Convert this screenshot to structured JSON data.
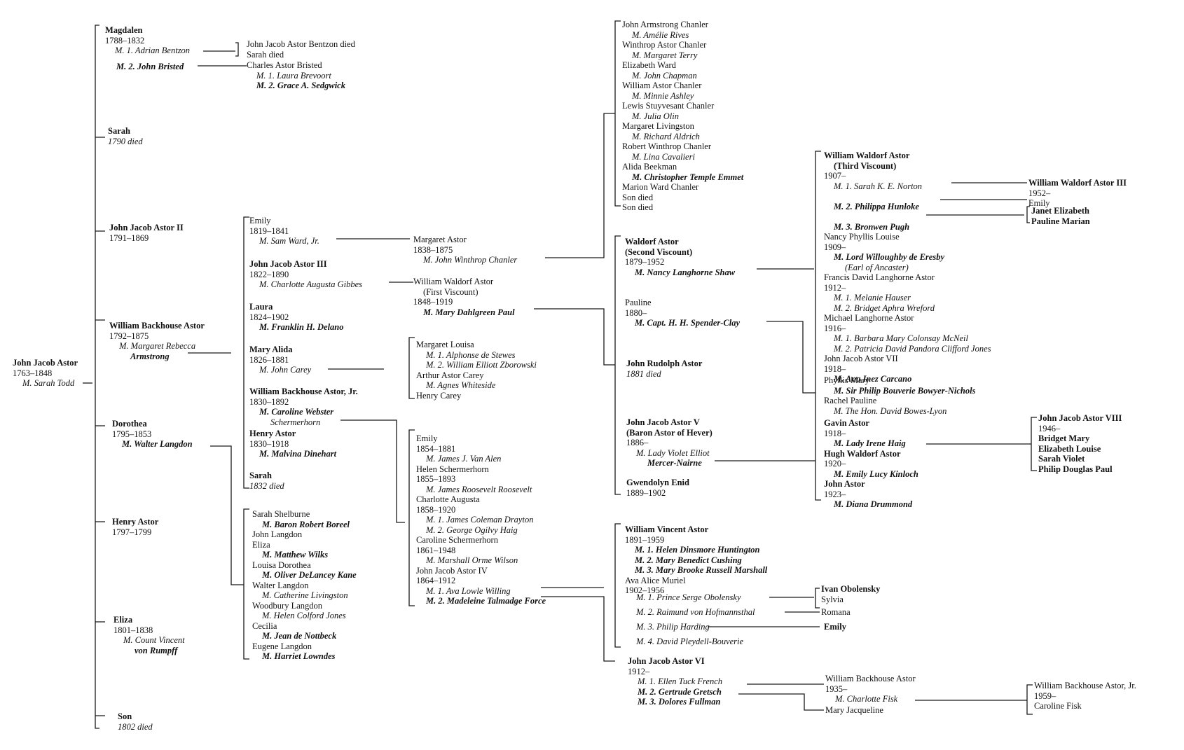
{
  "nodes": [
    {
      "id": "root",
      "lines": [
        {
          "t": "John Jacob Astor",
          "s": "b"
        },
        {
          "t": "1763–1848",
          "s": ""
        },
        {
          "t": "M. Sarah Todd",
          "s": "i ind1"
        }
      ]
    },
    {
      "id": "magdalen",
      "lines": [
        {
          "t": "Magdalen",
          "s": "b"
        },
        {
          "t": "1788–1832",
          "s": ""
        },
        {
          "t": "M. 1. Adrian Bentzon",
          "s": "i ind1"
        }
      ]
    },
    {
      "id": "magdalen_m2",
      "lines": [
        {
          "t": "M. 2. John Bristed",
          "s": "i b"
        }
      ]
    },
    {
      "id": "bentzon_kids",
      "lines": [
        {
          "t": "John Jacob Astor Bentzon died",
          "s": ""
        },
        {
          "t": "Sarah died",
          "s": ""
        }
      ]
    },
    {
      "id": "bristed_kids",
      "lines": [
        {
          "t": "Charles Astor Bristed",
          "s": ""
        },
        {
          "t": "M. 1. Laura Brevoort",
          "s": "i ind1"
        },
        {
          "t": "M. 2. Grace A. Sedgwick",
          "s": "i b ind1"
        }
      ]
    },
    {
      "id": "sarah1",
      "lines": [
        {
          "t": "Sarah",
          "s": "b"
        },
        {
          "t": "1790 died",
          "s": "i"
        }
      ]
    },
    {
      "id": "jja2",
      "lines": [
        {
          "t": "John Jacob Astor II",
          "s": "b"
        },
        {
          "t": "1791–1869",
          "s": ""
        }
      ]
    },
    {
      "id": "wba",
      "lines": [
        {
          "t": "William Backhouse Astor",
          "s": "b"
        },
        {
          "t": "1792–1875",
          "s": ""
        },
        {
          "t": "M. Margaret Rebecca",
          "s": "i ind1"
        },
        {
          "t": "Armstrong",
          "s": "i b ind2"
        }
      ]
    },
    {
      "id": "dorothea",
      "lines": [
        {
          "t": "Dorothea",
          "s": "b"
        },
        {
          "t": "1795–1853",
          "s": ""
        },
        {
          "t": "M. Walter Langdon",
          "s": "i b ind1"
        }
      ]
    },
    {
      "id": "henry1",
      "lines": [
        {
          "t": "Henry Astor",
          "s": "b"
        },
        {
          "t": "1797–1799",
          "s": ""
        }
      ]
    },
    {
      "id": "eliza1",
      "lines": [
        {
          "t": "Eliza",
          "s": "b"
        },
        {
          "t": "1801–1838",
          "s": ""
        },
        {
          "t": "M. Count Vincent",
          "s": "i ind1"
        },
        {
          "t": "von Rumpff",
          "s": "i b ind2"
        }
      ]
    },
    {
      "id": "son1",
      "lines": [
        {
          "t": "Son",
          "s": "b"
        },
        {
          "t": "1802 died",
          "s": "i"
        }
      ]
    },
    {
      "id": "emily1",
      "lines": [
        {
          "t": "Emily",
          "s": ""
        },
        {
          "t": "1819–1841",
          "s": ""
        },
        {
          "t": "M. Sam Ward, Jr.",
          "s": "i ind1"
        }
      ]
    },
    {
      "id": "jja3",
      "lines": [
        {
          "t": "John Jacob Astor III",
          "s": "b"
        },
        {
          "t": "1822–1890",
          "s": ""
        },
        {
          "t": "M. Charlotte Augusta Gibbes",
          "s": "i ind1"
        }
      ]
    },
    {
      "id": "laura",
      "lines": [
        {
          "t": "Laura",
          "s": "b"
        },
        {
          "t": "1824–1902",
          "s": ""
        },
        {
          "t": "M. Franklin H. Delano",
          "s": "i b ind1"
        }
      ]
    },
    {
      "id": "maryalida",
      "lines": [
        {
          "t": "Mary Alida",
          "s": "b"
        },
        {
          "t": "1826–1881",
          "s": ""
        },
        {
          "t": "M. John Carey",
          "s": "i ind1"
        }
      ]
    },
    {
      "id": "wbajr",
      "lines": [
        {
          "t": "William Backhouse Astor, Jr.",
          "s": "b"
        },
        {
          "t": "1830–1892",
          "s": ""
        },
        {
          "t": "M. Caroline Webster",
          "s": "i b ind1"
        },
        {
          "t": "Schermerhorn",
          "s": "i ind2"
        }
      ]
    },
    {
      "id": "henry2",
      "lines": [
        {
          "t": "Henry Astor",
          "s": "b"
        },
        {
          "t": "1830–1918",
          "s": ""
        },
        {
          "t": "M. Malvina Dinehart",
          "s": "i b ind1"
        }
      ]
    },
    {
      "id": "sarah2",
      "lines": [
        {
          "t": "Sarah",
          "s": "b"
        },
        {
          "t": "1832 died",
          "s": "i"
        }
      ]
    },
    {
      "id": "langdon_kids",
      "lines": [
        {
          "t": "Sarah Shelburne",
          "s": ""
        },
        {
          "t": "M. Baron Robert Boreel",
          "s": "i b ind1"
        },
        {
          "t": "John Langdon",
          "s": ""
        },
        {
          "t": "Eliza",
          "s": ""
        },
        {
          "t": "M. Matthew Wilks",
          "s": "i b ind1"
        },
        {
          "t": "Louisa Dorothea",
          "s": ""
        },
        {
          "t": "M. Oliver DeLancey Kane",
          "s": "i b ind1"
        },
        {
          "t": "Walter Langdon",
          "s": ""
        },
        {
          "t": "M. Catherine Livingston",
          "s": "i ind1"
        },
        {
          "t": "Woodbury Langdon",
          "s": ""
        },
        {
          "t": "M. Helen Colford Jones",
          "s": "i ind1"
        },
        {
          "t": "Cecilia",
          "s": ""
        },
        {
          "t": "M. Jean de Nottbeck",
          "s": "i b ind1"
        },
        {
          "t": "Eugene Langdon",
          "s": ""
        },
        {
          "t": "M. Harriet Lowndes",
          "s": "i b ind1"
        }
      ]
    },
    {
      "id": "margaret_astor",
      "lines": [
        {
          "t": "Margaret Astor",
          "s": ""
        },
        {
          "t": "1838–1875",
          "s": ""
        },
        {
          "t": "M. John Winthrop Chanler",
          "s": "i ind1"
        }
      ]
    },
    {
      "id": "www1",
      "lines": [
        {
          "t": "William Waldorf Astor",
          "s": ""
        },
        {
          "t": "(First Viscount)",
          "s": "ind1"
        },
        {
          "t": "1848–1919",
          "s": ""
        },
        {
          "t": "M. Mary Dahlgreen Paul",
          "s": "i b ind1"
        }
      ]
    },
    {
      "id": "carey_kids",
      "lines": [
        {
          "t": "Margaret Louisa",
          "s": ""
        },
        {
          "t": "M. 1. Alphonse de Stewes",
          "s": "i ind1"
        },
        {
          "t": "M. 2. William Elliott Zborowski",
          "s": "i ind1"
        },
        {
          "t": "Arthur Astor Carey",
          "s": ""
        },
        {
          "t": "M. Agnes Whiteside",
          "s": "i ind1"
        },
        {
          "t": "Henry Carey",
          "s": ""
        }
      ]
    },
    {
      "id": "wbajr_kids",
      "lines": [
        {
          "t": "Emily",
          "s": ""
        },
        {
          "t": "1854–1881",
          "s": ""
        },
        {
          "t": "M. James J. Van Alen",
          "s": "i ind1"
        },
        {
          "t": "Helen Schermerhorn",
          "s": ""
        },
        {
          "t": "1855–1893",
          "s": ""
        },
        {
          "t": "M. James Roosevelt Roosevelt",
          "s": "i ind1"
        },
        {
          "t": "Charlotte Augusta",
          "s": ""
        },
        {
          "t": "1858–1920",
          "s": ""
        },
        {
          "t": "M. 1. James Coleman Drayton",
          "s": "i ind1"
        },
        {
          "t": "M. 2. George Ogilvy Haig",
          "s": "i ind1"
        },
        {
          "t": "Caroline Schermerhorn",
          "s": ""
        },
        {
          "t": "1861–1948",
          "s": ""
        },
        {
          "t": "M. Marshall Orme Wilson",
          "s": "i ind1"
        },
        {
          "t": "John Jacob Astor IV",
          "s": ""
        },
        {
          "t": "1864–1912",
          "s": ""
        },
        {
          "t": "M. 1. Ava Lowle Willing",
          "s": "i ind1"
        },
        {
          "t": "M. 2. Madeleine Talmadge Force",
          "s": "i b ind1"
        }
      ]
    },
    {
      "id": "chanler_kids",
      "lines": [
        {
          "t": "John Armstrong Chanler",
          "s": ""
        },
        {
          "t": "M. Amélie Rives",
          "s": "i ind1"
        },
        {
          "t": "Winthrop Astor Chanler",
          "s": ""
        },
        {
          "t": "M. Margaret Terry",
          "s": "i ind1"
        },
        {
          "t": "Elizabeth Ward",
          "s": ""
        },
        {
          "t": "M. John Chapman",
          "s": "i ind1"
        },
        {
          "t": "William Astor Chanler",
          "s": ""
        },
        {
          "t": "M. Minnie Ashley",
          "s": "i ind1"
        },
        {
          "t": "Lewis Stuyvesant Chanler",
          "s": ""
        },
        {
          "t": "M. Julia Olin",
          "s": "i ind1"
        },
        {
          "t": "Margaret Livingston",
          "s": ""
        },
        {
          "t": "M. Richard Aldrich",
          "s": "i ind1"
        },
        {
          "t": "Robert Winthrop Chanler",
          "s": ""
        },
        {
          "t": "M. Lina Cavalieri",
          "s": "i ind1"
        },
        {
          "t": "Alida Beekman",
          "s": ""
        },
        {
          "t": "M. Christopher Temple Emmet",
          "s": "i b ind1"
        },
        {
          "t": "Marion Ward Chanler",
          "s": ""
        },
        {
          "t": "Son died",
          "s": ""
        },
        {
          "t": "Son died",
          "s": ""
        }
      ]
    },
    {
      "id": "waldorf",
      "lines": [
        {
          "t": "Waldorf Astor",
          "s": "b"
        },
        {
          "t": "(Second Viscount)",
          "s": "b"
        },
        {
          "t": "1879–1952",
          "s": ""
        },
        {
          "t": "M. Nancy Langhorne Shaw",
          "s": "i b ind1"
        }
      ]
    },
    {
      "id": "pauline",
      "lines": [
        {
          "t": "Pauline",
          "s": ""
        },
        {
          "t": "1880–",
          "s": ""
        },
        {
          "t": "M. Capt. H. H. Spender-Clay",
          "s": "i b ind1"
        }
      ]
    },
    {
      "id": "jra",
      "lines": [
        {
          "t": "John Rudolph Astor",
          "s": "b"
        },
        {
          "t": "1881 died",
          "s": "i"
        }
      ]
    },
    {
      "id": "jja5",
      "lines": [
        {
          "t": "John Jacob Astor V",
          "s": "b"
        },
        {
          "t": "(Baron Astor of Hever)",
          "s": "b"
        },
        {
          "t": "1886–",
          "s": ""
        },
        {
          "t": "M. Lady Violet Elliot",
          "s": "i ind1"
        },
        {
          "t": "Mercer-Nairne",
          "s": "i b ind2"
        }
      ]
    },
    {
      "id": "gwendolyn",
      "lines": [
        {
          "t": "Gwendolyn Enid",
          "s": "b"
        },
        {
          "t": "1889–1902",
          "s": ""
        }
      ]
    },
    {
      "id": "wva",
      "lines": [
        {
          "t": "William Vincent Astor",
          "s": "b"
        },
        {
          "t": "1891–1959",
          "s": ""
        },
        {
          "t": "M. 1. Helen Dinsmore Huntington",
          "s": "i b ind1"
        },
        {
          "t": "M. 2. Mary Benedict Cushing",
          "s": "i b ind1"
        },
        {
          "t": "M. 3. Mary Brooke Russell Marshall",
          "s": "i b ind1"
        },
        {
          "t": "Ava Alice Muriel",
          "s": ""
        },
        {
          "t": "1902–1956",
          "s": ""
        }
      ]
    },
    {
      "id": "ava_m1",
      "lines": [
        {
          "t": "M. 1. Prince Serge Obolensky",
          "s": "i ind1"
        }
      ]
    },
    {
      "id": "ava_m2",
      "lines": [
        {
          "t": "M. 2. Raimund von Hofmannsthal",
          "s": "i ind1"
        }
      ]
    },
    {
      "id": "ava_m3",
      "lines": [
        {
          "t": "M. 3. Philip Harding",
          "s": "i ind1"
        }
      ]
    },
    {
      "id": "ava_m4",
      "lines": [
        {
          "t": "M. 4. David Pleydell-Bouverie",
          "s": "i ind1"
        }
      ]
    },
    {
      "id": "obolensky_kids",
      "lines": [
        {
          "t": "Ivan Obolensky",
          "s": "b"
        },
        {
          "t": "Sylvia",
          "s": ""
        }
      ]
    },
    {
      "id": "romana",
      "lines": [
        {
          "t": "Romana",
          "s": ""
        }
      ]
    },
    {
      "id": "emily3",
      "lines": [
        {
          "t": "Emily",
          "s": "b"
        }
      ]
    },
    {
      "id": "jja6",
      "lines": [
        {
          "t": "John Jacob Astor VI",
          "s": "b"
        },
        {
          "t": "1912–",
          "s": ""
        },
        {
          "t": "M. 1. Ellen Tuck French",
          "s": "i ind1"
        },
        {
          "t": "M. 2. Gertrude Gretsch",
          "s": "i b ind1"
        },
        {
          "t": "M. 3. Dolores Fullman",
          "s": "i b ind1"
        }
      ]
    },
    {
      "id": "wba3",
      "lines": [
        {
          "t": "William Backhouse Astor",
          "s": ""
        },
        {
          "t": "1935–",
          "s": ""
        },
        {
          "t": "M. Charlotte Fisk",
          "s": "i ind1"
        }
      ]
    },
    {
      "id": "mary_jacqueline",
      "lines": [
        {
          "t": "Mary Jacqueline",
          "s": ""
        }
      ]
    },
    {
      "id": "wba3_kids",
      "lines": [
        {
          "t": "William Backhouse Astor, Jr.",
          "s": ""
        },
        {
          "t": "1959–",
          "s": ""
        },
        {
          "t": "Caroline Fisk",
          "s": ""
        }
      ]
    },
    {
      "id": "waldorf_kids",
      "lines": [
        {
          "t": "William Waldorf Astor",
          "s": "b"
        },
        {
          "t": "(Third Viscount)",
          "s": "b ind1"
        },
        {
          "t": "1907–",
          "s": ""
        },
        {
          "t": "M. 1. Sarah K. E. Norton",
          "s": "i ind1"
        },
        {
          "t": "",
          "s": ""
        },
        {
          "t": "M. 2. Philippa Hunloke",
          "s": "i b ind1"
        },
        {
          "t": "",
          "s": ""
        },
        {
          "t": "M. 3. Bronwen Pugh",
          "s": "i b ind1"
        },
        {
          "t": "Nancy Phyllis Louise",
          "s": ""
        },
        {
          "t": "1909–",
          "s": ""
        },
        {
          "t": "M. Lord Willoughby de Eresby",
          "s": "i b ind1"
        },
        {
          "t": "(Earl of Ancaster)",
          "s": "i ind2"
        },
        {
          "t": "Francis David Langhorne Astor",
          "s": ""
        },
        {
          "t": "1912–",
          "s": ""
        },
        {
          "t": "M. 1. Melanie Hauser",
          "s": "i ind1"
        },
        {
          "t": "M. 2. Bridget Aphra Wreford",
          "s": "i ind1"
        },
        {
          "t": "Michael Langhorne Astor",
          "s": ""
        },
        {
          "t": "1916–",
          "s": ""
        },
        {
          "t": "M. 1. Barbara Mary Colonsay McNeil",
          "s": "i ind1"
        },
        {
          "t": "M. 2. Patricia David Pandora Clifford Jones",
          "s": "i ind1"
        },
        {
          "t": "John Jacob Astor VII",
          "s": ""
        },
        {
          "t": "1918–",
          "s": ""
        },
        {
          "t": "M. Ana Inez Carcano",
          "s": "i b ind1"
        }
      ]
    },
    {
      "id": "spender_kids",
      "lines": [
        {
          "t": "Phyllis Mary",
          "s": ""
        },
        {
          "t": "M. Sir Philip Bouverie Bowyer-Nichols",
          "s": "i b ind1"
        },
        {
          "t": "Rachel Pauline",
          "s": ""
        },
        {
          "t": "M. The Hon. David Bowes-Lyon",
          "s": "i ind1"
        }
      ]
    },
    {
      "id": "hever_kids",
      "lines": [
        {
          "t": "Gavin Astor",
          "s": "b"
        },
        {
          "t": "1918–",
          "s": ""
        },
        {
          "t": "M. Lady Irene Haig",
          "s": "i b ind1"
        },
        {
          "t": "Hugh Waldorf Astor",
          "s": "b"
        },
        {
          "t": "1920–",
          "s": ""
        },
        {
          "t": "M. Emily Lucy Kinloch",
          "s": "i b ind1"
        },
        {
          "t": "John Astor",
          "s": "b"
        },
        {
          "t": "1923–",
          "s": ""
        },
        {
          "t": "M. Diana Drummond",
          "s": "i b ind1"
        }
      ]
    },
    {
      "id": "www3_kid",
      "lines": [
        {
          "t": "William Waldorf Astor III",
          "s": "b"
        },
        {
          "t": "1952–",
          "s": ""
        },
        {
          "t": "Emily",
          "s": ""
        }
      ]
    },
    {
      "id": "pugh_kids",
      "lines": [
        {
          "t": "Janet Elizabeth",
          "s": "b"
        },
        {
          "t": "Pauline Marian",
          "s": "b"
        }
      ]
    },
    {
      "id": "gavin_kids",
      "lines": [
        {
          "t": "John Jacob Astor VIII",
          "s": "b"
        },
        {
          "t": "1946–",
          "s": ""
        },
        {
          "t": "Bridget Mary",
          "s": "b"
        },
        {
          "t": "Elizabeth Louise",
          "s": "b"
        },
        {
          "t": "Sarah Violet",
          "s": "b"
        },
        {
          "t": "Philip Douglas Paul",
          "s": "b"
        }
      ]
    }
  ]
}
